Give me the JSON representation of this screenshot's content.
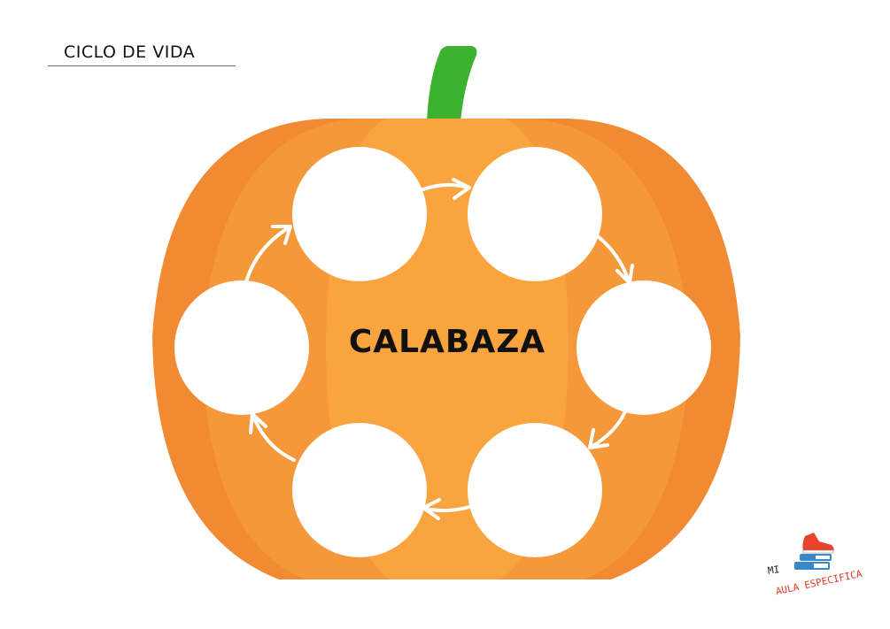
{
  "header": {
    "title": "CICLO DE VIDA"
  },
  "diagram": {
    "center_label": "CALABAZA",
    "colors": {
      "pumpkin_outer": "#F08A33",
      "pumpkin_mid": "#F5983A",
      "pumpkin_inner": "#F9A43F",
      "stem": "#3DB22E",
      "stage_fill": "#FFFFFF",
      "arrow": "#FFFFFF"
    },
    "stages": [
      {
        "id": 1,
        "label": "",
        "position": "top-left"
      },
      {
        "id": 2,
        "label": "",
        "position": "top-right"
      },
      {
        "id": 3,
        "label": "",
        "position": "right"
      },
      {
        "id": 4,
        "label": "",
        "position": "bottom-right"
      },
      {
        "id": 5,
        "label": "",
        "position": "bottom-left"
      },
      {
        "id": 6,
        "label": "",
        "position": "left"
      }
    ],
    "flow": "clockwise"
  },
  "logo": {
    "line1": "MI",
    "line2": "AULA ESPECIFICA",
    "icon": "sneaker-on-books-icon"
  }
}
